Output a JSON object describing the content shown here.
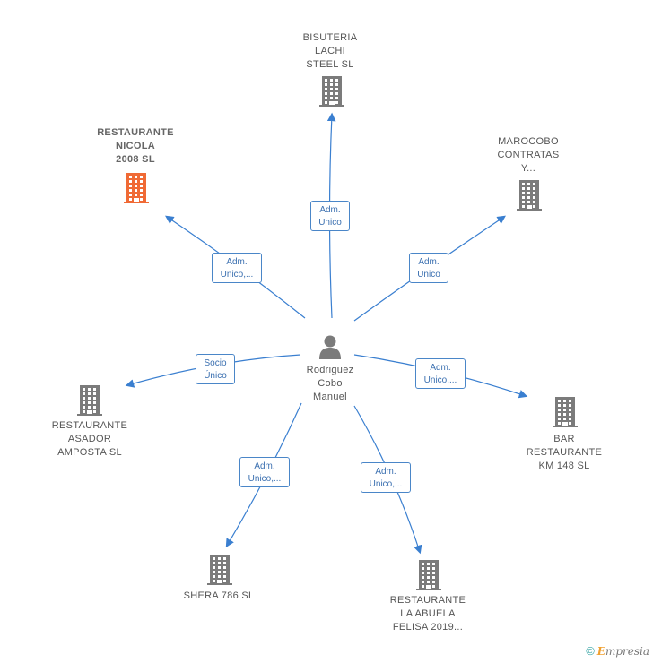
{
  "center": {
    "name": "Rodriguez\nCobo\nManuel",
    "icon": "person-icon",
    "color": "#7b7b7b"
  },
  "colors": {
    "edge": "#3a7fd0",
    "company": "#7b7b7b",
    "company_highlight": "#f06a35"
  },
  "nodes": [
    {
      "id": "bisuteria",
      "label": "BISUTERIA\nLACHI\nSTEEL SL",
      "highlight": false,
      "edge_label": "Adm.\nUnico"
    },
    {
      "id": "marocobo",
      "label": "MAROCOBO\nCONTRATAS\nY...",
      "highlight": false,
      "edge_label": "Adm.\nUnico"
    },
    {
      "id": "bar-km148",
      "label": "BAR\nRESTAURANTE\nKM 148  SL",
      "highlight": false,
      "edge_label": "Adm.\nUnico,..."
    },
    {
      "id": "la-abuela",
      "label": "RESTAURANTE\nLA ABUELA\nFELISA 2019...",
      "highlight": false,
      "edge_label": "Adm.\nUnico,..."
    },
    {
      "id": "shera",
      "label": "SHERA 786  SL",
      "highlight": false,
      "edge_label": "Adm.\nUnico,..."
    },
    {
      "id": "asador-amposta",
      "label": "RESTAURANTE\nASADOR\nAMPOSTA  SL",
      "highlight": false,
      "edge_label": "Socio\nÚnico"
    },
    {
      "id": "nicola",
      "label": "RESTAURANTE\nNICOLA\n2008  SL",
      "highlight": true,
      "edge_label": "Adm.\nUnico,..."
    }
  ],
  "footer": {
    "copyright": "©",
    "brand_first": "E",
    "brand_rest": "mpresia"
  }
}
